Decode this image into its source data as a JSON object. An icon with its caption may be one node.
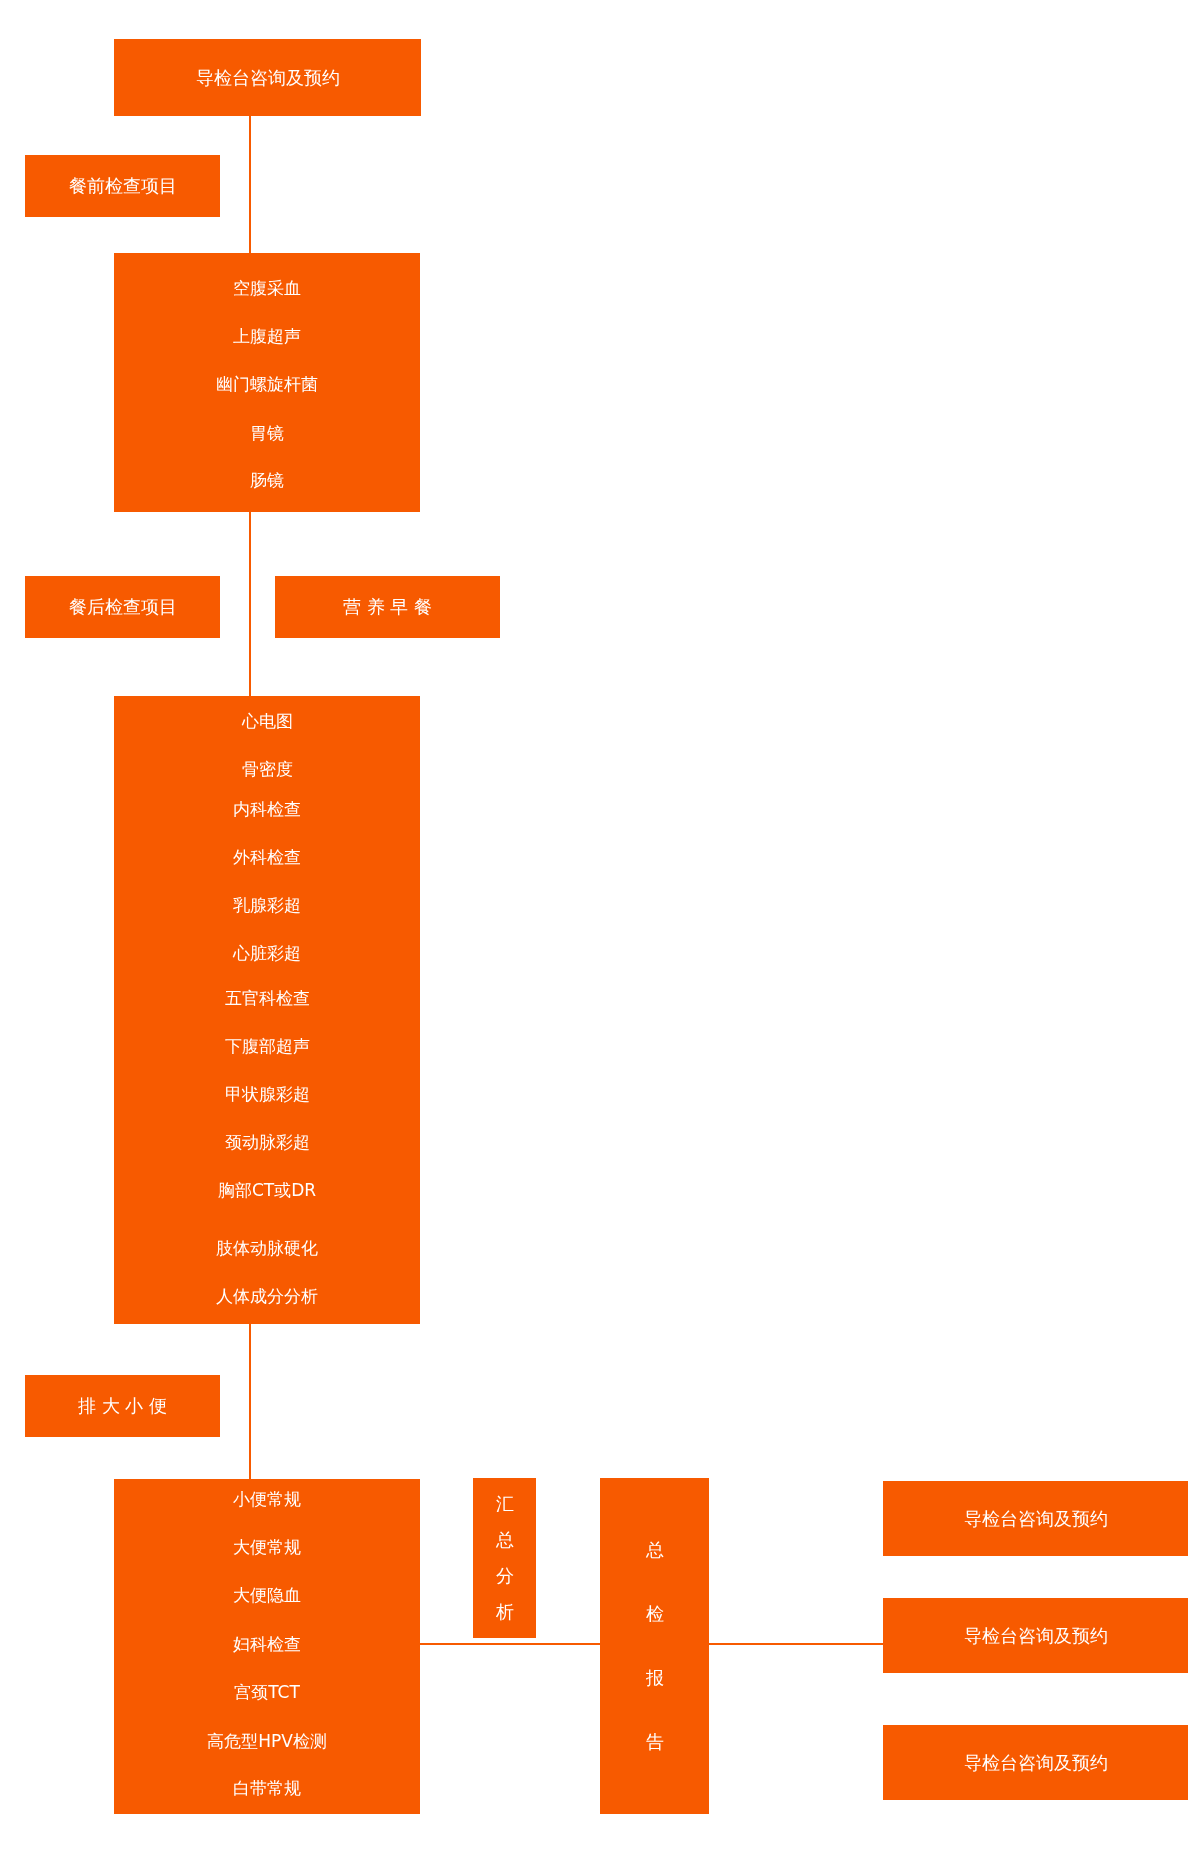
{
  "diagram": {
    "nodes": [
      {
        "text": [
          "导检台咨询及预约"
        ]
      },
      {
        "text": [
          "餐前检查项目"
        ]
      },
      {
        "text": [
          "空腹采血",
          "上腹超声",
          "幽门螺旋杆菌",
          "胃镜",
          "肠镜"
        ]
      },
      {
        "text": [
          "餐后检查项目"
        ]
      },
      {
        "text": [
          "营 养 早 餐"
        ]
      },
      {
        "text": [
          "心电图",
          "骨密度",
          "内科检查",
          "外科检查",
          "乳腺彩超",
          "心脏彩超",
          "五官科检查",
          "下腹部超声",
          "甲状腺彩超",
          "颈动脉彩超",
          "胸部CT或DR",
          "肢体动脉硬化",
          "人体成分分析"
        ]
      },
      {
        "text": [
          "排 大 小 便"
        ]
      },
      {
        "text": [
          "小便常规",
          "大便常规",
          "大便隐血",
          "妇科检查",
          "宫颈TCT",
          "高危型HPV检测",
          "白带常规"
        ]
      },
      {
        "text": [
          "汇总分析"
        ]
      },
      {
        "text": [
          "总检报告"
        ]
      },
      {
        "text": [
          "导检台咨询及预约"
        ]
      },
      {
        "text": [
          "导检台咨询及预约"
        ]
      },
      {
        "text": [
          "导检台咨询及预约"
        ]
      }
    ],
    "edges": [
      {
        "from": 0,
        "to": 2,
        "arrow": "none"
      },
      {
        "from": 2,
        "to": 5,
        "arrow": "none"
      },
      {
        "from": 5,
        "to": 7,
        "arrow": "none"
      },
      {
        "from": 7,
        "to": 9,
        "arrow": "none"
      },
      {
        "from": 9,
        "to": 11,
        "arrow": "none"
      }
    ]
  }
}
